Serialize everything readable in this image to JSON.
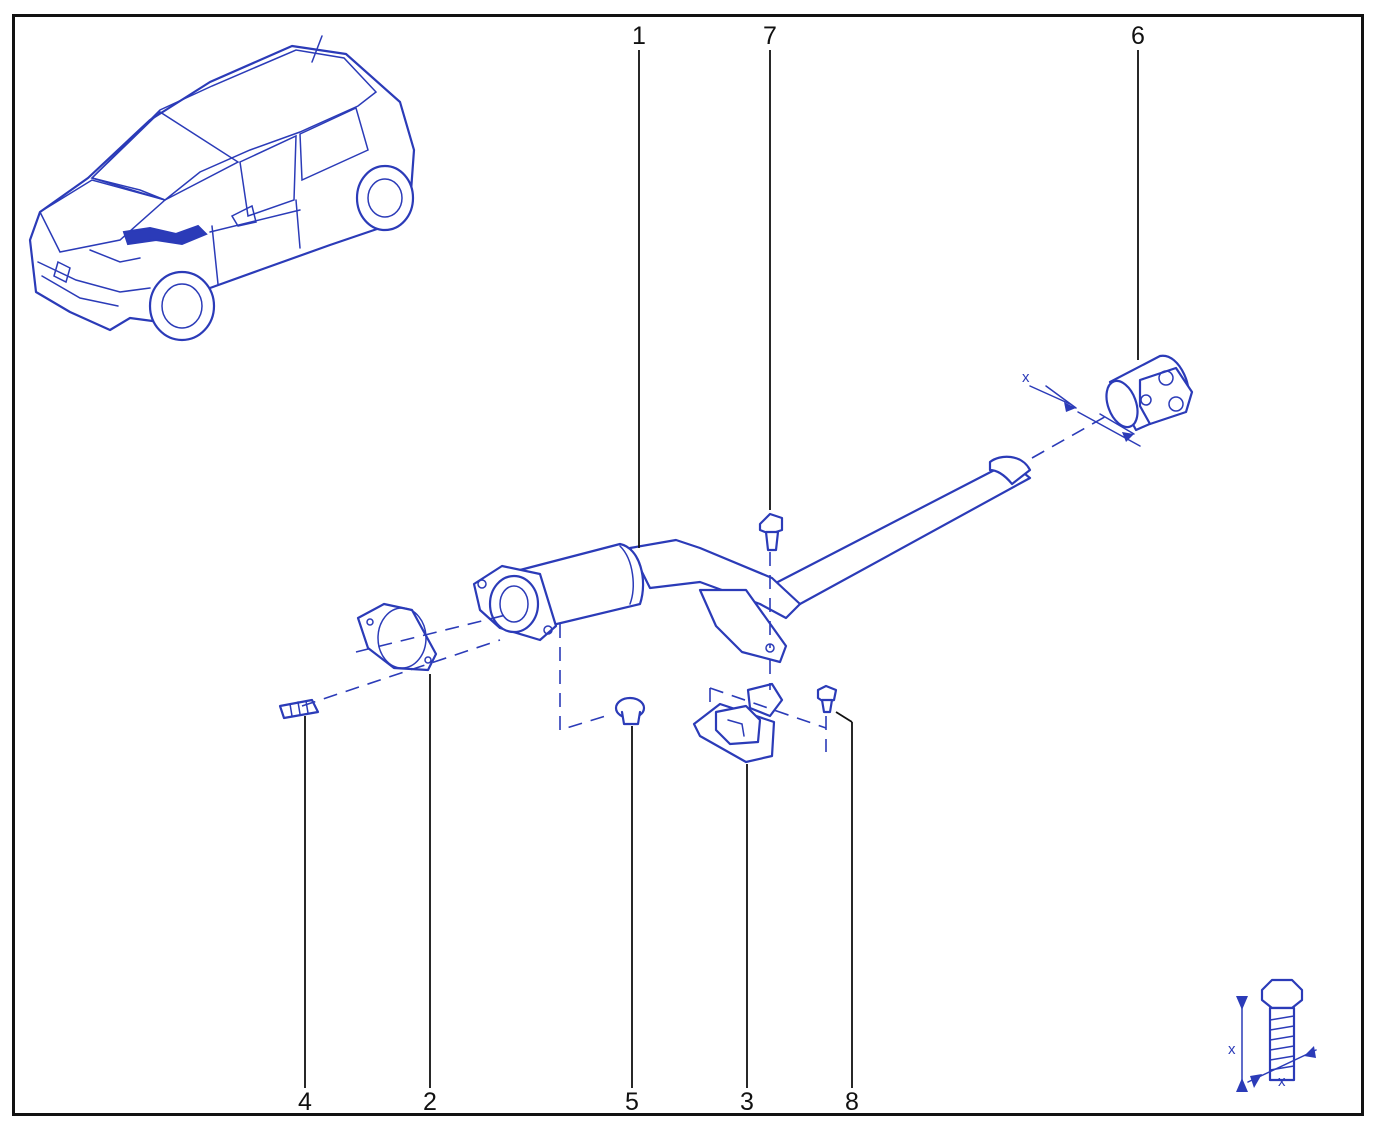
{
  "colors": {
    "drawing_blue": "#2b3bb8",
    "frame": "#111111"
  },
  "callouts": {
    "c1": "1",
    "c2": "2",
    "c3": "3",
    "c4": "4",
    "c5": "5",
    "c6": "6",
    "c7": "7",
    "c8": "8"
  },
  "dimension_marks": {
    "clamp_x": "x",
    "torque_x_vertical": "x",
    "torque_x_horizontal": "x"
  },
  "icons": [
    "car-overview-icon",
    "torque-bolt-icon"
  ]
}
